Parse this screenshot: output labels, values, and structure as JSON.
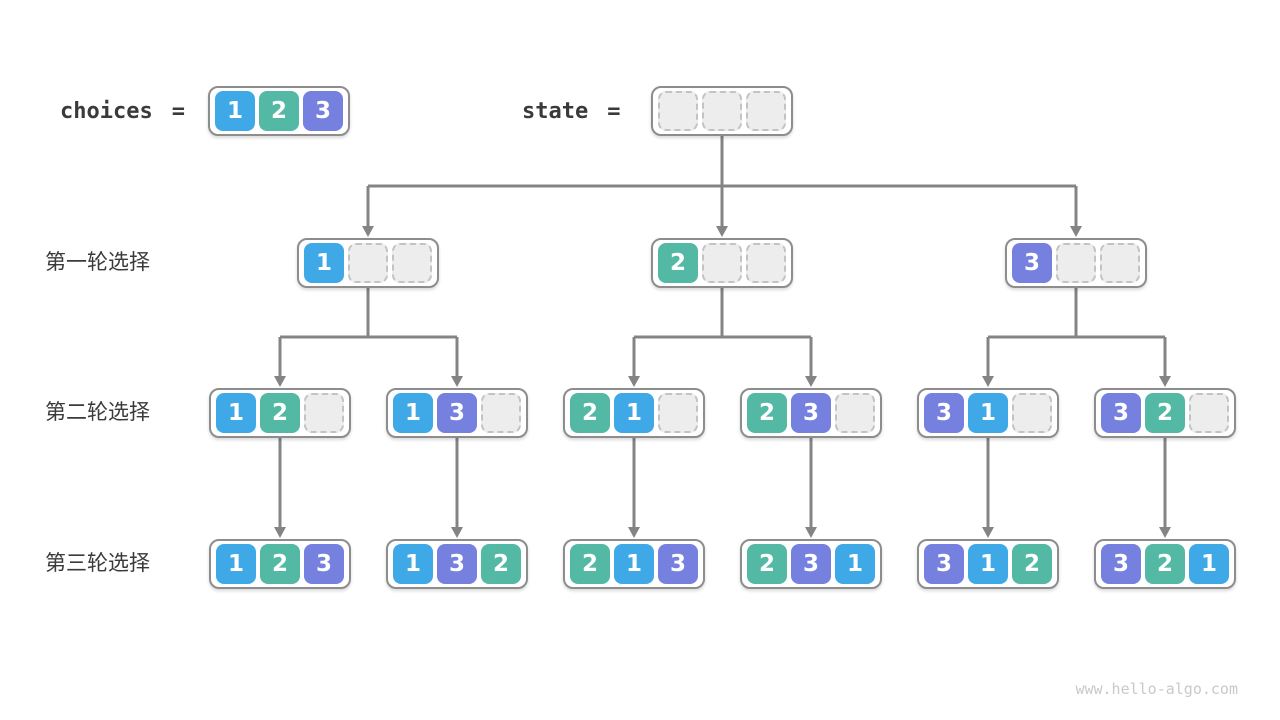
{
  "page": {
    "background": "#ffffff",
    "watermark": "www.hello-algo.com"
  },
  "legend": {
    "choices_label": "choices",
    "equals": "=",
    "choices_values": [
      "1",
      "2",
      "3"
    ],
    "state_label": "state",
    "state_slots": [
      "",
      "",
      ""
    ]
  },
  "colors": {
    "1": "#3fa9e8",
    "2": "#53b9a4",
    "3": "#7580df",
    "empty_fill": "#ededed",
    "empty_border": "#c3c3c3",
    "node_border": "#8d8d8d",
    "line": "#848484",
    "label_text": "#3a3a3a",
    "cell_text": "#ffffff",
    "watermark_text": "#c9c9c9"
  },
  "rows": [
    {
      "label": "第一轮选择",
      "nodes": [
        [
          "1",
          "",
          ""
        ],
        [
          "2",
          "",
          ""
        ],
        [
          "3",
          "",
          ""
        ]
      ]
    },
    {
      "label": "第二轮选择",
      "nodes": [
        [
          "1",
          "2",
          ""
        ],
        [
          "1",
          "3",
          ""
        ],
        [
          "2",
          "1",
          ""
        ],
        [
          "2",
          "3",
          ""
        ],
        [
          "3",
          "1",
          ""
        ],
        [
          "3",
          "2",
          ""
        ]
      ]
    },
    {
      "label": "第三轮选择",
      "nodes": [
        [
          "1",
          "2",
          "3"
        ],
        [
          "1",
          "3",
          "2"
        ],
        [
          "2",
          "1",
          "3"
        ],
        [
          "2",
          "3",
          "1"
        ],
        [
          "3",
          "1",
          "2"
        ],
        [
          "3",
          "2",
          "1"
        ]
      ]
    }
  ]
}
